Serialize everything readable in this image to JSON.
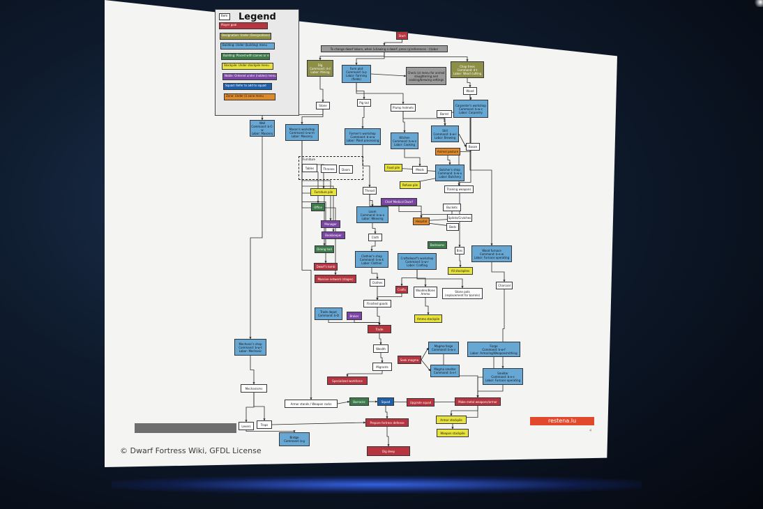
{
  "slide": {
    "credit": "© Dwarf Fortress Wiki, GFDL License",
    "brand": "restena.lu",
    "page_number": "4"
  },
  "legend": {
    "title": "Legend",
    "note": "Item",
    "items": [
      {
        "label": "Player goal",
        "color": "#b7353f"
      },
      {
        "label": "Designation: Under (Designations) menu",
        "color": "#8c8f45"
      },
      {
        "label": "Building: Under (building) menu",
        "color": "#67a7d4"
      },
      {
        "label": "Building: Placed with (zones or rooms)",
        "color": "#3d7a4a"
      },
      {
        "label": "Stockpile: Under stockpile menu",
        "color": "#e7e23c"
      },
      {
        "label": "Noble: Ordered under (nobles) menu",
        "color": "#7b46a3"
      },
      {
        "label": "Squad: Refer to add to squad",
        "color": "#1f60a8"
      },
      {
        "label": "Zone: Under (i) zone menu",
        "color": "#df8a2a"
      }
    ]
  },
  "diagram": {
    "furniture_group_label": "Furniture",
    "nodes": {
      "start": "Start",
      "change_labors": "To change dwarf labors, when (v)iewing a dwarf, press (p)references - (l)abor",
      "dig": "Dig\nCommand: d-d\nLabor: Mining",
      "farm_plot": "Farm plot\nCommand: b-p\nLabor: Farming (fields)",
      "check_menu": "Check (z) menu for animal slaughtering and cooking/brewing settings",
      "chop_trees": "Chop trees\nCommand: d-t\nLabor: Wood cutting",
      "stone": "Stone",
      "pig_tail": "Pig tail",
      "plump_helmets": "Plump helmets",
      "wood": "Wood",
      "barrel": "Barrel",
      "carpenters": "Carpenter's workshop\nCommand: b-w-c\nLabor: Carpentry",
      "wall": "Wall\nCommand: b-C-w\nLabor: Masonry",
      "masons": "Mason's workshop\nCommand: b-w-m\nLabor: Masonry",
      "farmers": "Farmer's workshop\nCommand: b-w-w\nLabor: Plant processing",
      "kitchen": "Kitchen\nCommand: b-w-z\nLabor: Cooking",
      "still": "Still\nCommand: b-w-l\nLabor: Brewing",
      "booze": "Booze",
      "animal_pasture": "Animal pasture",
      "tables": "Tables",
      "thrones": "Thrones",
      "doors": "Doors",
      "food_pile": "Food pile",
      "meals": "Meals",
      "butchers": "Butcher's shop\nCommand: b-w-u\nLabor: Butchery",
      "refuse_pile": "Refuse pile",
      "furniture_pile": "Furniture pile",
      "thread": "Thread",
      "training_weapons": "Training weapons",
      "office": "Office",
      "chief_medical": "Chief Medical Dwarf",
      "buckets": "Buckets",
      "manager": "Manager",
      "loom": "Loom\nCommand: b-w-o\nLabor: Weaving",
      "hospital": "Hospital",
      "splints": "Splints/Crutches",
      "bookkeeper": "Bookkeeper",
      "beds": "Beds",
      "cloth": "Cloth",
      "dining_hall": "Dining hall",
      "bedrooms": "Bedrooms",
      "bins": "Bins",
      "wood_furnace": "Wood furnace\nCommand: b-e-w\nLabor: Furnace operating",
      "clothiers": "Clothier's shop\nCommand: b-w-k\nLabor: Clothier",
      "craftsdwarfs": "Craftsdwarf's workshop\nCommand: b-w-r\nLabor: Crafting",
      "dwarfs_tomb": "Dwarf's tomb",
      "all_stockpiles": "All stockpiles",
      "massive_network": "Massive network (stages)",
      "clothes": "Clothes",
      "crafts": "Crafts",
      "wooden_bolts": "Wooden/Bone\nAmmo",
      "stone_pots": "Stone pots\n(replacement for barrels)",
      "charcoal": "Charcoal",
      "finished_goods": "Finished goods",
      "trade_depot": "Trade depot\nCommand: b-D",
      "broker": "Broker",
      "ammo_stockpile": "Ammo stockpile",
      "trade": "Trade",
      "mechanics": "Mechanic's shop\nCommand: b-w-t\nLabor: Mechanic",
      "wealth": "Wealth",
      "magma_forge": "Magma forge\nCommand: b-w-v",
      "forge": "Forge\nCommand: b-w-f\nLabor: Armoring/Weaponsmithing",
      "seek_magma": "Seek magma",
      "migrants": "Migrants",
      "magma_smelter": "Magma smelter\nCommand: b-e-l",
      "smelter": "Smelter\nCommand: b-e-s\nLabor: Furnace operating",
      "specialized_workforce": "Specialized workforce",
      "mechanisms": "Mechanisms",
      "armor_stands": "Armor stands / Weapon racks",
      "barracks": "Barracks",
      "squad": "Squad",
      "upgrade_squad": "Upgrade squad",
      "make_metal": "Make metal weapons/armor",
      "levers": "Levers",
      "traps": "Traps",
      "prepare_defense": "Prepare fortress defense",
      "armor_stockpile": "Armor stockpile",
      "weapon_stockpile": "Weapon stockpile",
      "bridge": "Bridge\nCommand: b-g",
      "dig_deep": "Dig deep"
    }
  }
}
